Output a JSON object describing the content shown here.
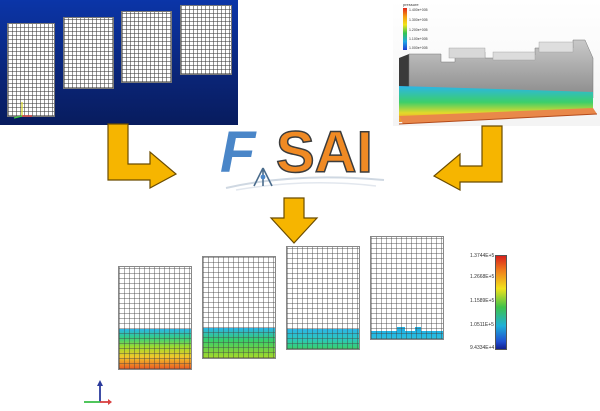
{
  "logo": {
    "letter_f": "F",
    "letters_sai": "SAI",
    "colors": {
      "f": "#4a86c8",
      "sai": "#f08a24",
      "sai_outline": "#3c3c3c"
    }
  },
  "legend_bottom": {
    "values": [
      "1.3744E+5",
      "1.2668E+5",
      "1.1589E+5",
      "1.0511E+5",
      "9.4334E+4"
    ]
  },
  "legend_top": {
    "title": "pressure",
    "values": [
      "1.400e+005",
      "1.300e+005",
      "1.200e+005",
      "1.100e+005",
      "1.000e+005"
    ]
  },
  "colors": {
    "blue_panel": "#0a2b8a",
    "arrow_fill": "#f6b500",
    "arrow_stroke": "#6b4c00"
  }
}
